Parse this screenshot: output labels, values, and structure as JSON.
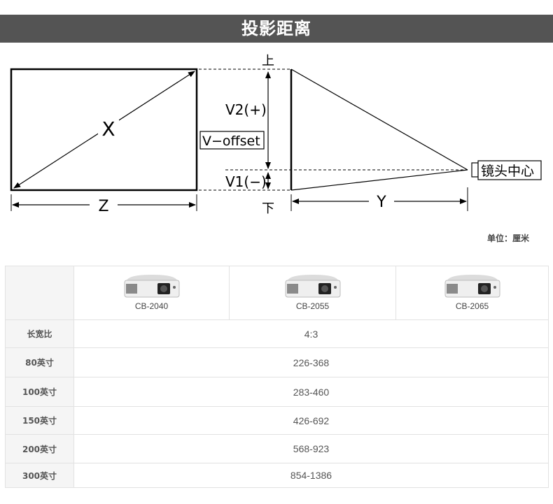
{
  "title": "投影距离",
  "diagram": {
    "label_x": "X",
    "label_z": "Z",
    "label_y": "Y",
    "label_top": "上",
    "label_bottom": "下",
    "label_v2": "V2(+)",
    "label_v1": "V1(−)",
    "label_voffset": "V−offset",
    "label_lens": "镜头中心"
  },
  "unit_note": "单位：厘米",
  "table": {
    "models": [
      "CB-2040",
      "CB-2055",
      "CB-2065"
    ],
    "rows": [
      {
        "label": "长宽比",
        "value": "4:3"
      },
      {
        "label": "80英寸",
        "value": "226-368"
      },
      {
        "label": "100英寸",
        "value": "283-460"
      },
      {
        "label": "150英寸",
        "value": "426-692"
      },
      {
        "label": "200英寸",
        "value": "568-923"
      },
      {
        "label": "300英寸",
        "value": "854-1386"
      }
    ]
  },
  "colors": {
    "title_bar": "#545454",
    "row_header_bg": "#f5f5f5",
    "border": "#e2e2e2"
  }
}
